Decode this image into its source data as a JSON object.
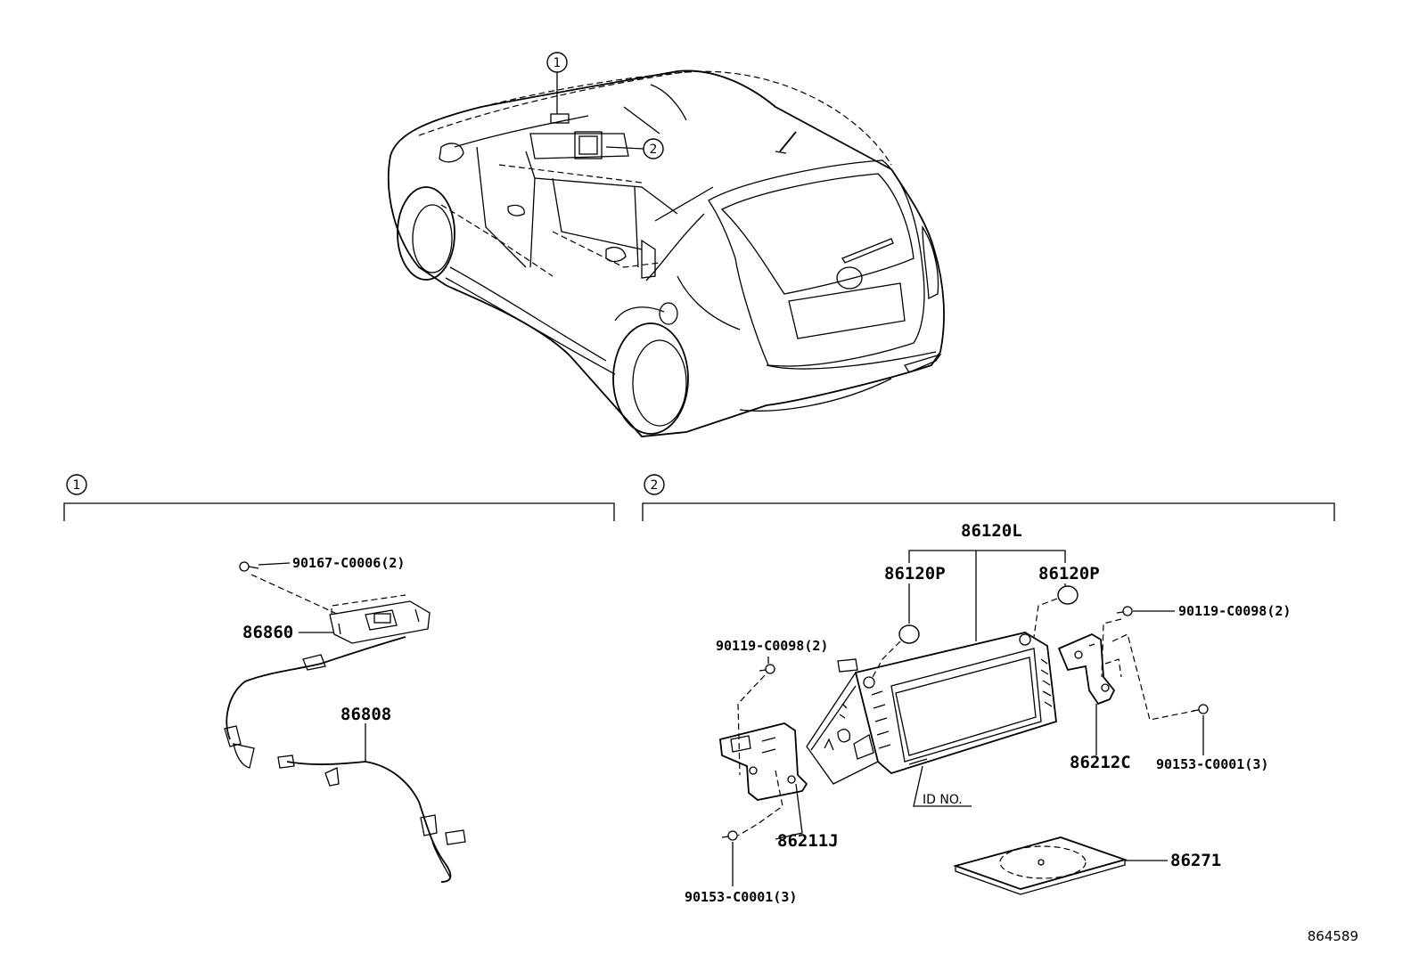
{
  "callouts": {
    "c1": "1",
    "c2": "2"
  },
  "sections": {
    "s1": {
      "label": "1"
    },
    "s2": {
      "label": "2"
    }
  },
  "parts": {
    "p90167": "90167-C0006(2)",
    "p86860": "86860",
    "p86808": "86808",
    "p86120L": "86120L",
    "p86120P_left": "86120P",
    "p86120P_right": "86120P",
    "p90119_left": "90119-C0098(2)",
    "p90119_right": "90119-C0098(2)",
    "p86212C": "86212C",
    "p90153_right": "90153-C0001(3)",
    "p86211J": "86211J",
    "p90153_left": "90153-C0001(3)",
    "p86271": "86271",
    "id_no": "ID NO."
  },
  "ref_number": "864589"
}
